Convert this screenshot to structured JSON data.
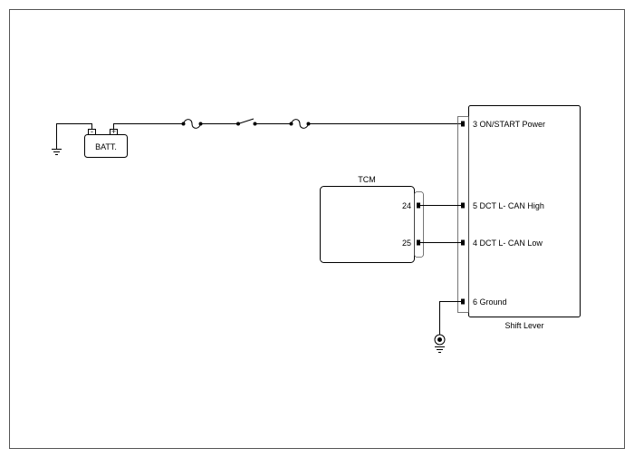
{
  "battery": {
    "label": "BATT.",
    "neg_terminal": "-",
    "pos_terminal": "+"
  },
  "tcm": {
    "title": "TCM",
    "pins": [
      "24",
      "25"
    ]
  },
  "shift_lever": {
    "title": "Shift Lever",
    "pins": [
      "3 ON/START Power",
      "5 DCT L- CAN High",
      "4 DCT L- CAN Low",
      "6 Ground"
    ]
  },
  "colors": {
    "line": "#000000",
    "frame": "#555555"
  },
  "icons": [
    "fuse-icon",
    "switch-icon",
    "ground-icon",
    "chassis-ground-icon",
    "battery-icon"
  ]
}
